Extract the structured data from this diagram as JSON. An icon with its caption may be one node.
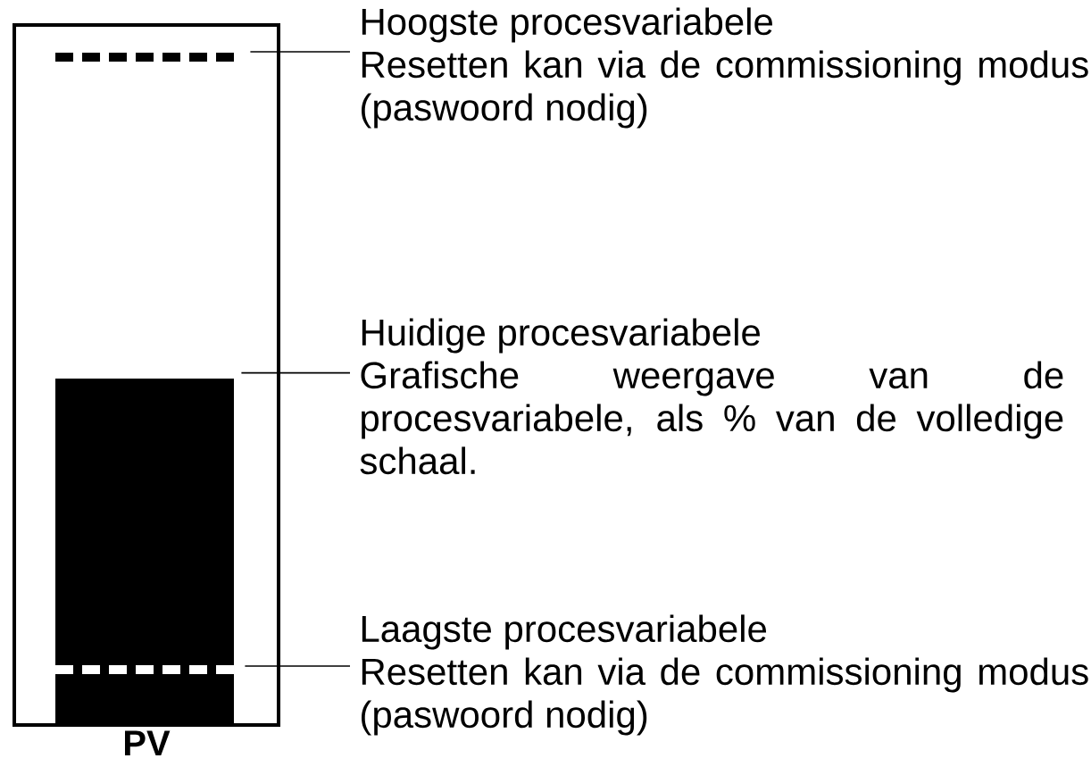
{
  "diagram": {
    "nodes": [
      {
        "text": [
          "PV"
        ]
      },
      {
        "text": [],
        "shape": "bar",
        "in": 0
      },
      {
        "text": [],
        "shape": "bar",
        "in": 0
      },
      {
        "text": [],
        "shape": "bar",
        "in": 2
      },
      {
        "text": [
          "Hoogste procesvariabele",
          "Resetten kan via de commissioning modus (paswoord nodig)"
        ]
      },
      {
        "text": [
          "Huidige procesvariabele",
          "Grafische weergave van de procesvariabele, als % van de volledige schaal."
        ]
      },
      {
        "text": [
          "Laagste procesvariabele",
          "Resetten kan via de commissioning modus (paswoord nodig)"
        ]
      }
    ],
    "edges": [
      {
        "from": 4,
        "to": 1,
        "arrow": "none"
      },
      {
        "from": 5,
        "to": 2,
        "arrow": "none"
      },
      {
        "from": 6,
        "to": 3,
        "arrow": "none"
      }
    ]
  }
}
